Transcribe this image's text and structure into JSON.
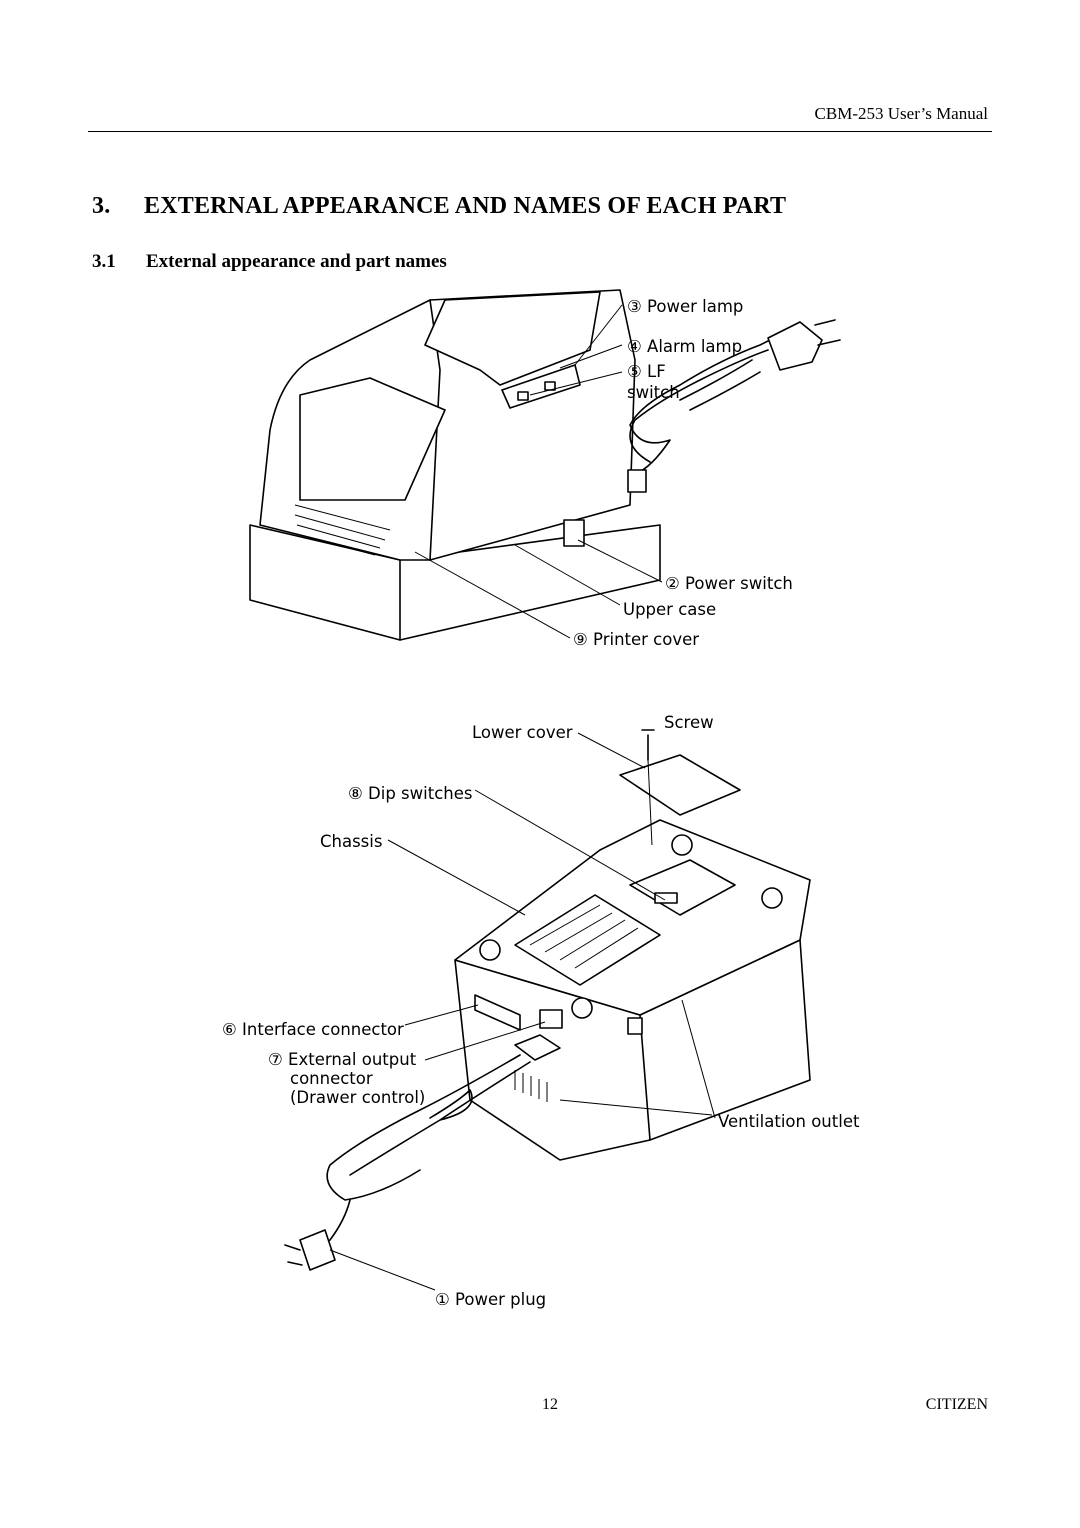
{
  "header": {
    "manual_title": "CBM-253 User’s Manual"
  },
  "section": {
    "number": "3.",
    "title": "EXTERNAL APPEARANCE AND NAMES OF EACH PART"
  },
  "subsection": {
    "number": "3.1",
    "title": "External appearance and part names"
  },
  "figure_top": {
    "labels": {
      "power_lamp": "③ Power lamp",
      "alarm_lamp": "④ Alarm lamp",
      "lf_line1": "⑤ LF",
      "lf_line2": "switch",
      "power_switch": "② Power switch",
      "upper_case": "Upper case",
      "printer_cover": "⑨ Printer cover"
    }
  },
  "figure_bottom": {
    "labels": {
      "lower_cover": "Lower cover",
      "screw": "Screw",
      "dip_switches": "⑧ Dip switches",
      "chassis": "Chassis",
      "interface_connector": "⑥ Interface connector",
      "external_output_1": "⑦ External output",
      "external_output_2": "connector",
      "external_output_3": "(Drawer control)",
      "ventilation_outlet": "Ventilation outlet",
      "power_plug": "① Power plug"
    }
  },
  "footer": {
    "page_number": "12",
    "brand": "CITIZEN"
  }
}
